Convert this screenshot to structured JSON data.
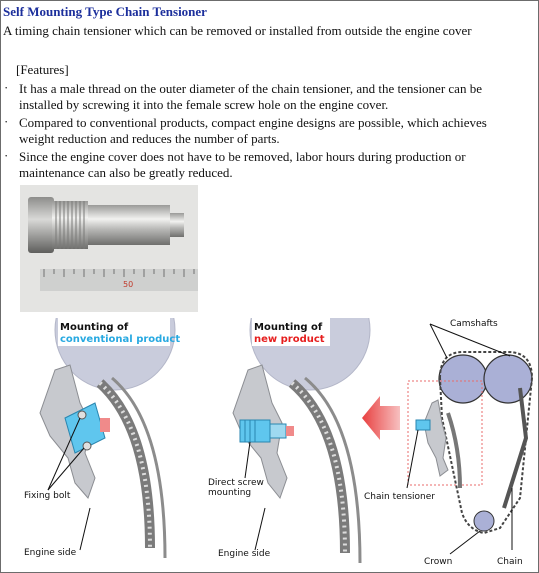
{
  "title": "Self Mounting Type Chain Tensioner",
  "subtitle": "A timing chain tensioner which can be removed or installed from outside the engine cover",
  "features_heading": "[Features]",
  "bullets": [
    [
      "It has a male thread on the outer diameter of the chain tensioner, and the tensioner can be",
      "installed by screwing it into the female screw hole on the engine cover."
    ],
    [
      "Compared to conventional products, compact engine designs are possible, which achieves",
      "weight reduction and reduces the number of parts."
    ],
    [
      "Since the engine cover does not have to be removed, labor hours during production or",
      "maintenance can also be greatly reduced."
    ]
  ],
  "bullet_mark": "·",
  "photo": {
    "ruler_text": "50"
  },
  "diagram": {
    "left_title_1": "Mounting of",
    "left_title_2": "conventional product",
    "mid_title_1": "Mounting of",
    "mid_title_2": "new product",
    "fixing_bolt": "Fixing bolt",
    "engine_side_left": "Engine side",
    "direct_screw_1": "Direct screw",
    "direct_screw_2": "mounting",
    "engine_side_mid": "Engine side",
    "camshafts": "Camshafts",
    "chain_tensioner": "Chain tensioner",
    "crown": "Crown",
    "chain": "Chain"
  },
  "colors": {
    "title": "#1c2f9c",
    "conventional": "#27a9e1",
    "new": "#e61e1e",
    "tensioner_blue": "#5fc6ee",
    "bracket_gray": "#c3c6cb",
    "sprocket": "#aab0d6",
    "arrow_red": "#f26b6b"
  }
}
